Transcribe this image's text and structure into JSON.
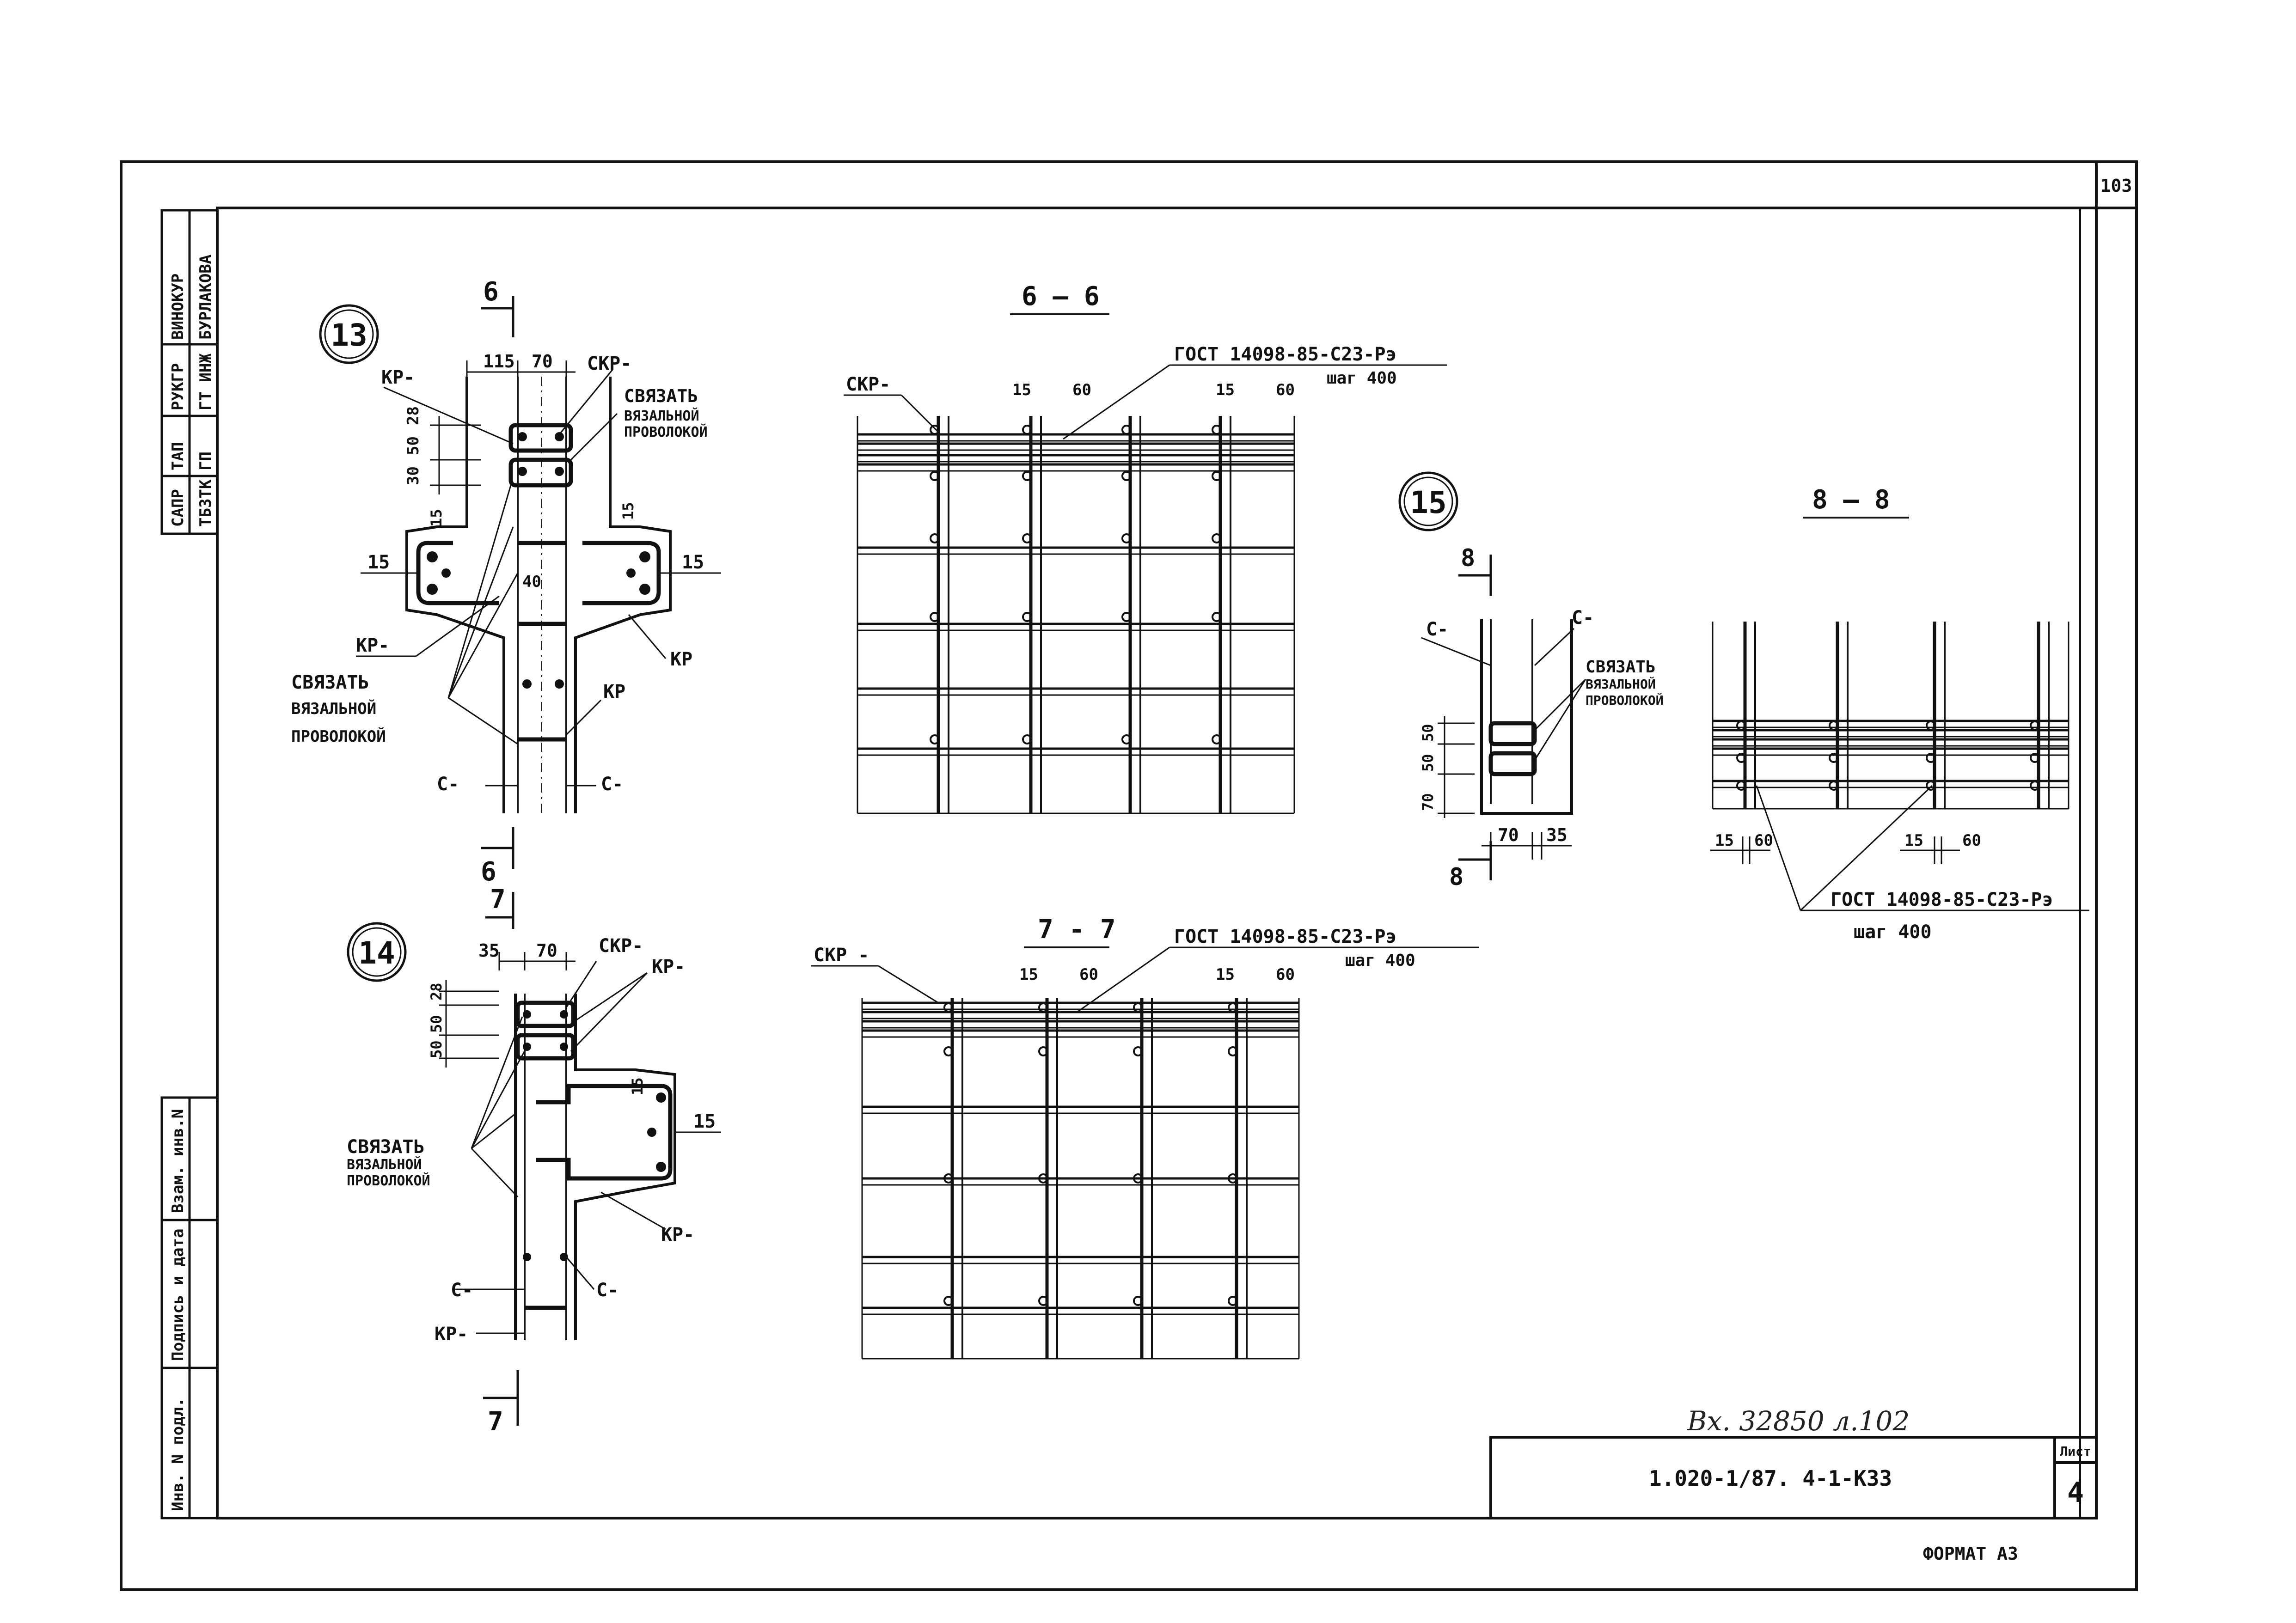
{
  "sheet": {
    "page_number": "103",
    "sheet_number": "4",
    "sheet_label": "Лист",
    "document_code": "1.020-1/87. 4-1-К33",
    "handwritten_note": "Вх. 32850 л.102",
    "format": "ФОРМАТ А3"
  },
  "side_stamp": {
    "top_cells": [
      "САПР",
      "ТАП",
      "РУКГР",
      "ВИНОКУР",
      "ТБЗТК",
      "ГП",
      "ГТ ИНЖ",
      "БУРЛАКОВА"
    ],
    "bottom_cells": [
      "Инв. N подл.",
      "Подпись и дата",
      "Взам. инв.N"
    ]
  },
  "node13": {
    "number": "13",
    "cut_mark": "6",
    "dims": [
      "115",
      "70",
      "30",
      "50",
      "28",
      "15",
      "15",
      "15",
      "15",
      "40"
    ],
    "labels": {
      "kr": "КР-",
      "skr": "СКР-",
      "s": "С-",
      "kr_plain": "КР"
    },
    "tie_note": [
      "СВЯЗАТЬ",
      "ВЯЗАЛЬНОЙ",
      "ПРОВОЛОКОЙ"
    ],
    "tie_note2": [
      "СВЯЗАТЬ",
      "ВЯЗАЛЬНОЙ",
      "ПРОВОЛОКОЙ"
    ]
  },
  "node14": {
    "number": "14",
    "cut_mark": "7",
    "dims": [
      "35",
      "70",
      "28",
      "50",
      "50",
      "15",
      "15"
    ],
    "labels": {
      "kr": "КР-",
      "skr": "СКР-",
      "s": "С-"
    },
    "tie_note": [
      "СВЯЗАТЬ",
      "ВЯЗАЛЬНОЙ",
      "ПРОВОЛОКОЙ"
    ]
  },
  "node15": {
    "number": "15",
    "cut_mark": "8",
    "dims": [
      "70",
      "50",
      "50",
      "70",
      "35"
    ],
    "labels": {
      "s": "С-"
    },
    "tie_note": [
      "СВЯЗАТЬ",
      "ВЯЗАЛЬНОЙ",
      "ПРОВОЛОКОЙ"
    ]
  },
  "section66": {
    "title": "6 — 6",
    "skr": "СКР-",
    "spec": [
      "ГОСТ 14098-85-С23-Рэ",
      "шаг 400"
    ],
    "dims": [
      "15",
      "60",
      "15",
      "60"
    ]
  },
  "section77": {
    "title": "7 - 7",
    "skr": "СКР -",
    "spec": [
      "ГОСТ 14098-85-С23-Рэ",
      "шаг 400"
    ],
    "dims": [
      "15",
      "60",
      "15",
      "60"
    ]
  },
  "section88": {
    "title": "8 — 8",
    "spec": [
      "ГОСТ 14098-85-С23-Рэ",
      "шаг 400"
    ],
    "dims": [
      "15",
      "60",
      "15",
      "60"
    ]
  }
}
